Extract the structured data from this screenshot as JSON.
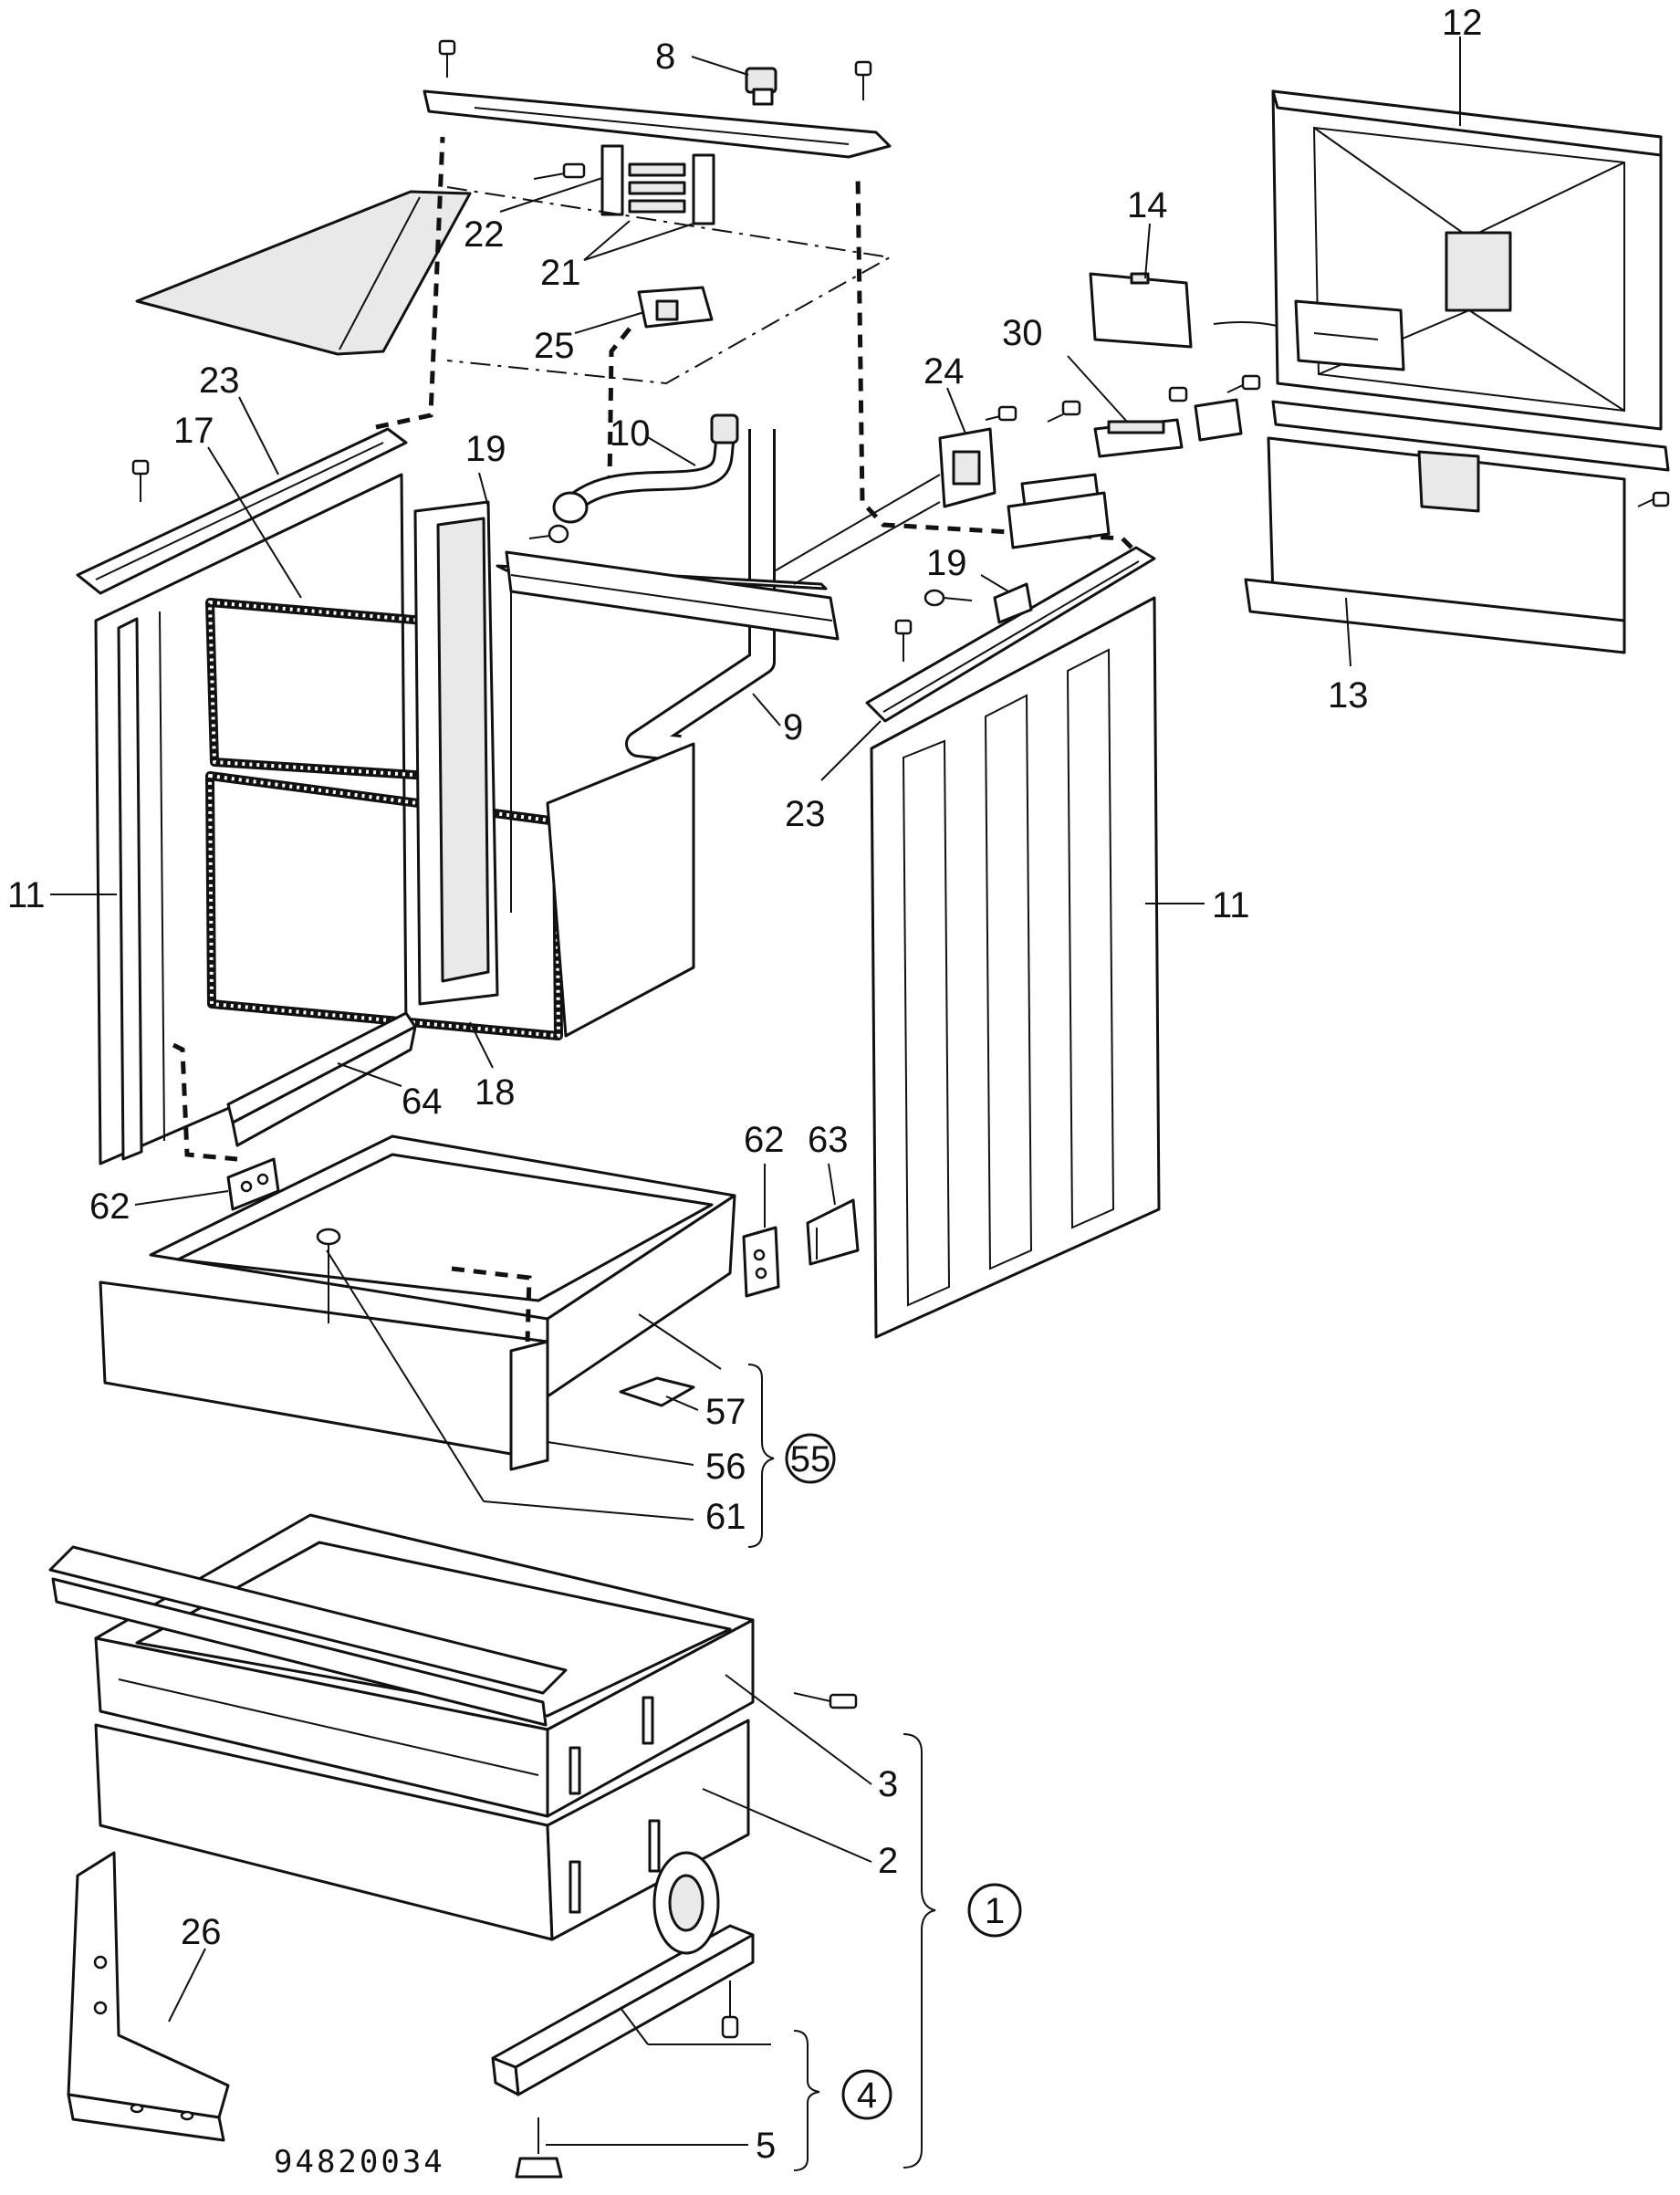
{
  "drawing_code": "94820034",
  "labels": {
    "p1": "1",
    "p2": "2",
    "p3": "3",
    "p4": "4",
    "p5": "5",
    "p8": "8",
    "p9": "9",
    "p10": "10",
    "p11_left": "11",
    "p11_right": "11",
    "p12": "12",
    "p13": "13",
    "p14": "14",
    "p17": "17",
    "p18": "18",
    "p19_left": "19",
    "p19_right": "19",
    "p21": "21",
    "p22": "22",
    "p23_left": "23",
    "p23_right": "23",
    "p24": "24",
    "p25": "25",
    "p26": "26",
    "p30": "30",
    "p55": "55",
    "p56": "56",
    "p57": "57",
    "p61": "61",
    "p62_left": "62",
    "p62_right": "62",
    "p63": "63",
    "p64": "64"
  }
}
